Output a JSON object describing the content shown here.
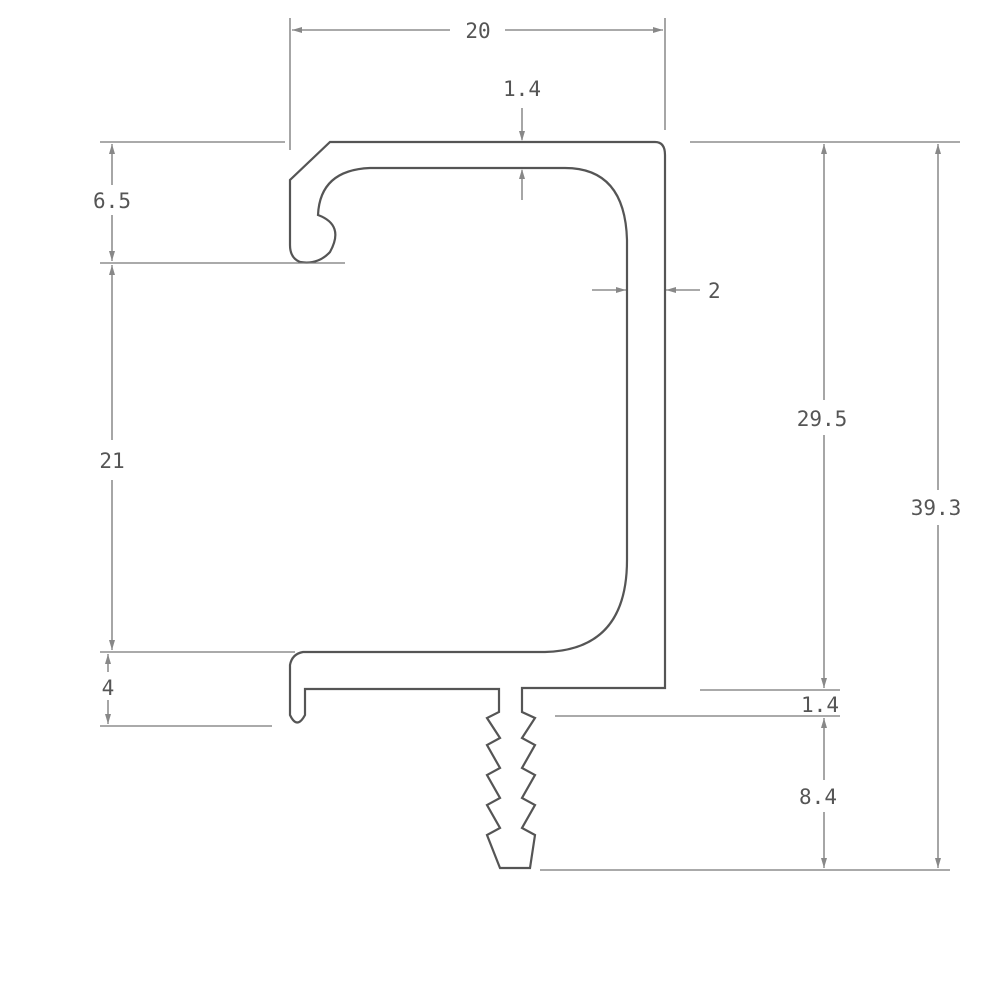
{
  "drawing": {
    "dimensions": {
      "overall_width": "20",
      "top_wall": "1.4",
      "side_wall": "2",
      "hook_height": "6.5",
      "opening_height": "21",
      "lower_lip": "4",
      "body_height": "29.5",
      "overall_height": "39.3",
      "base_wall": "1.4",
      "barb_length": "8.4"
    }
  }
}
